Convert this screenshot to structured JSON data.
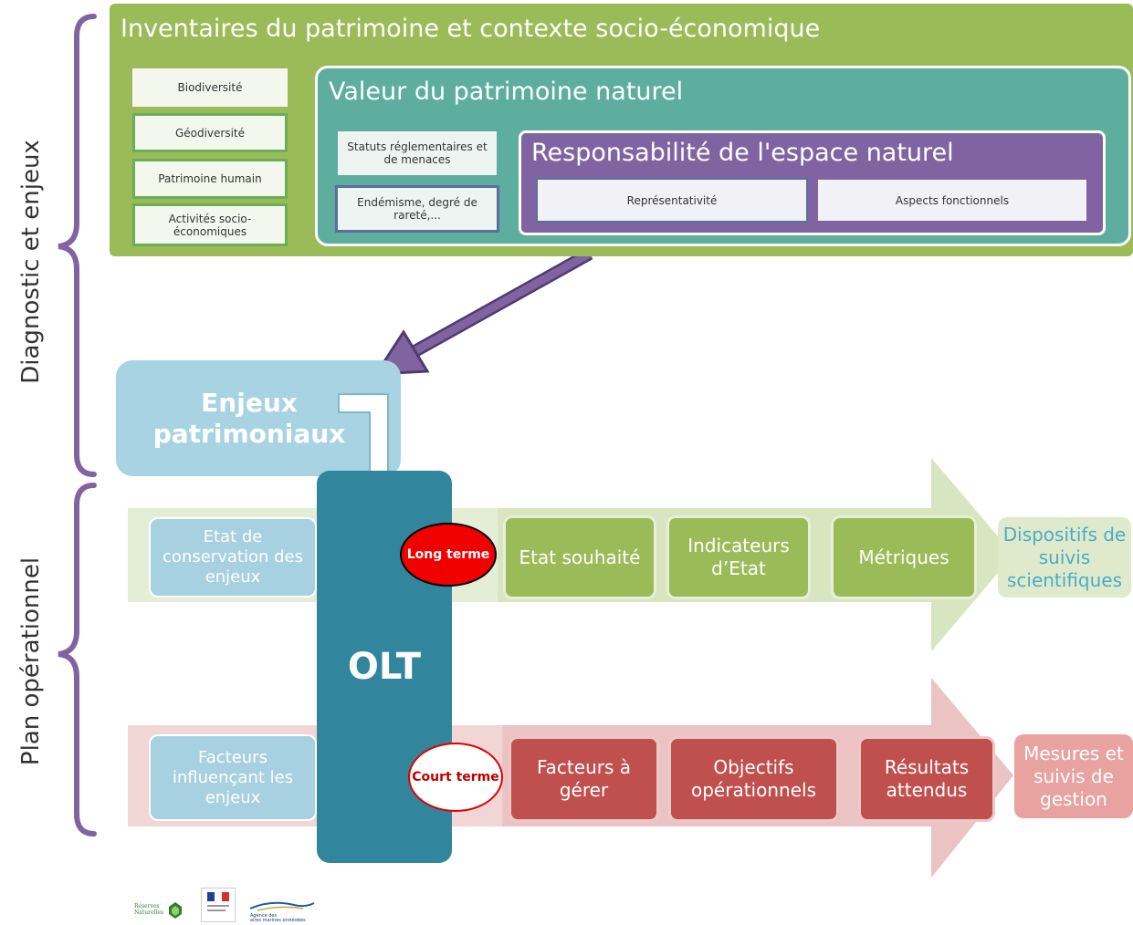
{
  "top": {
    "title": "Inventaires du patrimoine et contexte socio-économique",
    "items": [
      "Biodiversité",
      "Géodiversité",
      "Patrimoine humain",
      "Activités socio-économiques"
    ]
  },
  "valeur": {
    "title": "Valeur du patrimoine naturel",
    "items": [
      "Statuts réglementaires et de menaces",
      "Endémisme, degré de rareté,..."
    ]
  },
  "responsabilite": {
    "title": "Responsabilité de l'espace naturel",
    "items": [
      "Représentativité",
      "Aspects fonctionnels"
    ]
  },
  "side_labels": {
    "diagnostic": "Diagnostic et enjeux",
    "plan": "Plan opérationnel"
  },
  "enjeux": "Enjeux patrimoniaux",
  "olt": "OLT",
  "long_row": {
    "left": "Etat de conservation des enjeux",
    "term": "Long terme",
    "steps": [
      "Etat souhaité",
      "Indicateurs d’Etat",
      "Métriques"
    ],
    "end": "Dispositifs de suivis scientifiques"
  },
  "short_row": {
    "left": "Facteurs influençant les enjeux",
    "term": "Court terme",
    "steps": [
      "Facteurs à gérer",
      "Objectifs opérationnels",
      "Résultats attendus"
    ],
    "end": "Mesures et suivis de gestion"
  },
  "logos": {
    "reserves": "Réserves Naturelles de France",
    "agence": "Agence des aires marines protégées"
  },
  "colors": {
    "green": "#9bbb59",
    "teal": "#5dae9f",
    "purple": "#8064a2",
    "olt": "#31859c",
    "red": "#c0504d",
    "light_blue": "#a8d3e3"
  }
}
